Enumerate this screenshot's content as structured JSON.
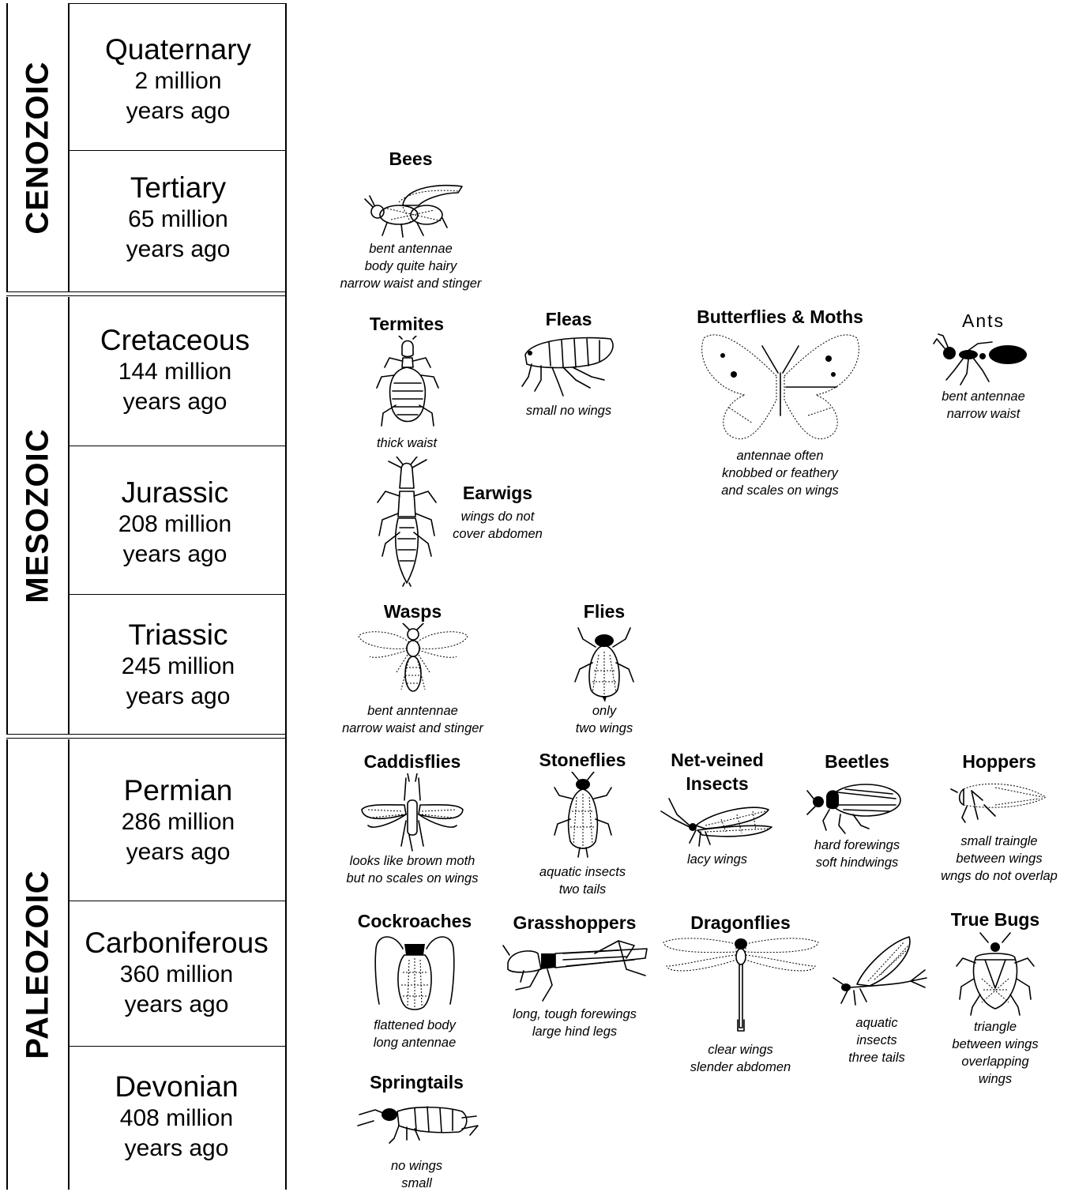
{
  "eras": [
    {
      "name": "CENOZOIC"
    },
    {
      "name": "MESOZOIC"
    },
    {
      "name": "PALEOZOIC"
    }
  ],
  "periods": [
    {
      "name": "Quaternary",
      "age": "2 million",
      "suffix": "years ago"
    },
    {
      "name": "Tertiary",
      "age": "65 million",
      "suffix": "years ago"
    },
    {
      "name": "Cretaceous",
      "age": "144 million",
      "suffix": "years ago"
    },
    {
      "name": "Jurassic",
      "age": "208 million",
      "suffix": "years ago"
    },
    {
      "name": "Triassic",
      "age": "245 million",
      "suffix": "years ago"
    },
    {
      "name": "Permian",
      "age": "286 million",
      "suffix": "years ago"
    },
    {
      "name": "Carboniferous",
      "age": "360 million",
      "suffix": "years ago"
    },
    {
      "name": "Devonian",
      "age": "408 million",
      "suffix": "years ago"
    }
  ],
  "insects": {
    "bees": {
      "name": "Bees",
      "desc": [
        "bent antennae",
        "body quite hairy",
        "narrow waist and stinger"
      ],
      "icon": "bee-icon"
    },
    "termites": {
      "name": "Termites",
      "desc": [
        "thick waist"
      ],
      "icon": "termite-icon"
    },
    "fleas": {
      "name": "Fleas",
      "desc": [
        "small no wings"
      ],
      "icon": "flea-icon"
    },
    "butterflies": {
      "name": "Butterflies & Moths",
      "desc": [
        "antennae often",
        "knobbed or feathery",
        "and scales on wings"
      ],
      "icon": "butterfly-icon"
    },
    "ants": {
      "name": "Ants",
      "desc": [
        "bent antennae",
        "narrow waist"
      ],
      "icon": "ant-icon"
    },
    "earwigs": {
      "name": "Earwigs",
      "desc": [
        "wings do not",
        "cover  abdomen"
      ],
      "icon": "earwig-icon"
    },
    "wasps": {
      "name": "Wasps",
      "desc": [
        "bent anntennae",
        "narrow waist and stinger"
      ],
      "icon": "wasp-icon"
    },
    "flies": {
      "name": "Flies",
      "desc": [
        "only",
        "two wings"
      ],
      "icon": "fly-icon"
    },
    "caddisflies": {
      "name": "Caddisflies",
      "desc": [
        "looks like brown moth",
        "but no scales on wings"
      ],
      "icon": "caddisfly-icon"
    },
    "stoneflies": {
      "name": "Stoneflies",
      "desc": [
        "aquatic insects",
        "two tails"
      ],
      "icon": "stonefly-icon"
    },
    "netveined": {
      "name": [
        "Net-veined",
        "Insects"
      ],
      "desc": [
        "lacy wings"
      ],
      "icon": "net-veined-insect-icon"
    },
    "beetles": {
      "name": "Beetles",
      "desc": [
        "hard forewings",
        "soft hindwings"
      ],
      "icon": "beetle-icon"
    },
    "hoppers": {
      "name": "Hoppers",
      "desc": [
        "small  traingle",
        "between wings",
        "wngs do not overlap"
      ],
      "icon": "hopper-icon"
    },
    "cockroaches": {
      "name": "Cockroaches",
      "desc": [
        "flattened body",
        "long antennae"
      ],
      "icon": "cockroach-icon"
    },
    "grasshoppers": {
      "name": "Grasshoppers",
      "desc": [
        "long, tough forewings",
        "large hind legs"
      ],
      "icon": "grasshopper-icon"
    },
    "dragonflies": {
      "name": "Dragonflies",
      "desc": [
        "clear wings",
        "slender  abdomen"
      ],
      "icon": "dragonfly-icon"
    },
    "mayflies": {
      "desc": [
        "aquatic",
        "insects",
        "three tails"
      ],
      "icon": "mayfly-icon"
    },
    "truebugs": {
      "name": "True  Bugs",
      "desc": [
        "triangle",
        "between wings",
        "overlapping",
        "wings"
      ],
      "icon": "true-bug-icon"
    },
    "springtails": {
      "name": "Springtails",
      "desc": [
        "no wings",
        "small"
      ],
      "icon": "springtail-icon"
    }
  }
}
